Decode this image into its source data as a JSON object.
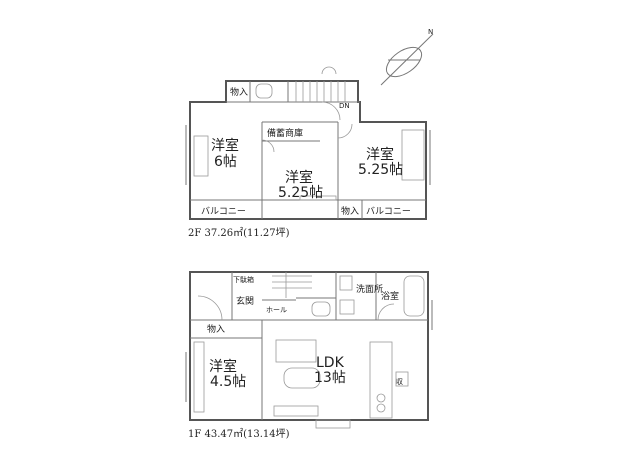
{
  "floor2": {
    "area_label": "2F 37.26㎡(11.27坪)",
    "rooms": {
      "western_a_name": "洋室",
      "western_a_size": "6帖",
      "western_b_name": "洋室",
      "western_b_size": "5.25帖",
      "western_c_name": "洋室",
      "western_c_size": "5.25帖",
      "balcony_left": "バルコニー",
      "balcony_right": "バルコニー",
      "storage_top": "物入",
      "storage_right": "物入",
      "shelf": "備蓄商庫",
      "stair_dn": "DN"
    }
  },
  "floor1": {
    "area_label": "1F 43.47㎡(13.14坪)",
    "rooms": {
      "entrance": "玄関",
      "hall": "ホール",
      "shoe_box": "下駄箱",
      "washroom": "洗面所",
      "bath": "浴室",
      "storage": "物入",
      "western_name": "洋室",
      "western_size": "4.5帖",
      "ldk_name": "LDK",
      "ldk_size": "13帖",
      "storage_small": "収"
    }
  },
  "compass": {
    "label": "N"
  }
}
